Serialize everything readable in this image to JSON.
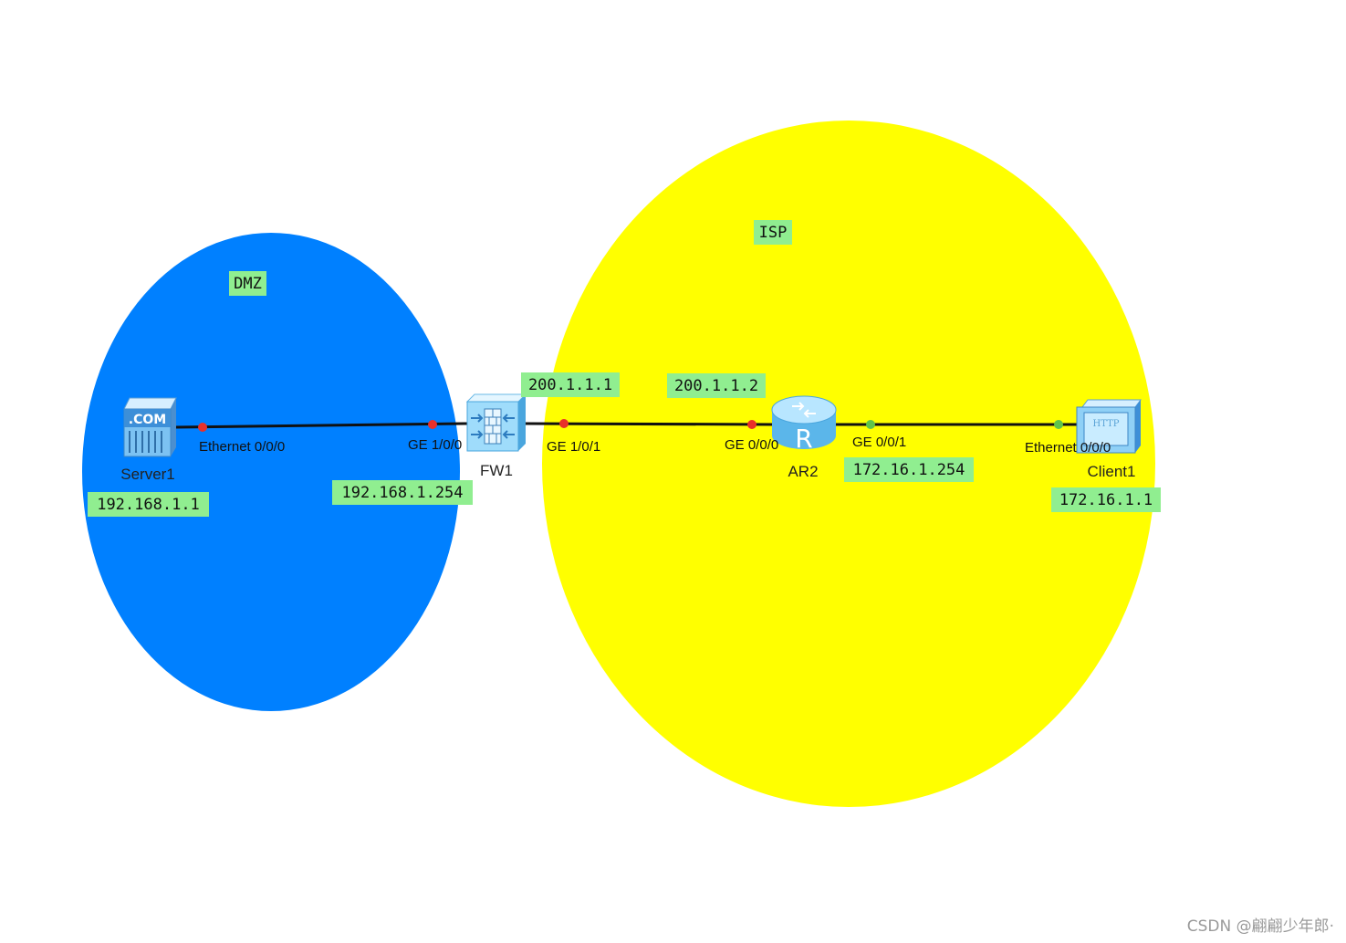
{
  "zones": {
    "dmz": {
      "label": "DMZ",
      "color": "#0080ff"
    },
    "isp": {
      "label": "ISP",
      "color": "#ffff00"
    }
  },
  "devices": {
    "server1": {
      "name": "Server1",
      "icon": "server-com-icon",
      "screen_text": ".COM"
    },
    "fw1": {
      "name": "FW1",
      "icon": "firewall-icon"
    },
    "ar2": {
      "name": "AR2",
      "icon": "router-icon",
      "glyph": "R"
    },
    "client1": {
      "name": "Client1",
      "icon": "http-client-icon",
      "screen_text": "HTTP"
    }
  },
  "interfaces": {
    "server1_eth": "Ethernet 0/0/0",
    "fw1_ge100": "GE 1/0/0",
    "fw1_ge101": "GE 1/0/1",
    "ar2_ge000": "GE 0/0/0",
    "ar2_ge001": "GE 0/0/1",
    "client1_eth": "Ethernet 0/0/0"
  },
  "addresses": {
    "server1": "192.168.1.1",
    "fw1_inside": "192.168.1.254",
    "fw1_outside": "200.1.1.1",
    "ar2_wan": "200.1.1.2",
    "ar2_lan": "172.16.1.254",
    "client1": "172.16.1.1"
  },
  "colors": {
    "link": "#111111",
    "port_down": "#e8302a",
    "port_up": "#5fc44b",
    "tag_bg": "#90ee90"
  },
  "watermark": "CSDN @翩翩少年郎·"
}
